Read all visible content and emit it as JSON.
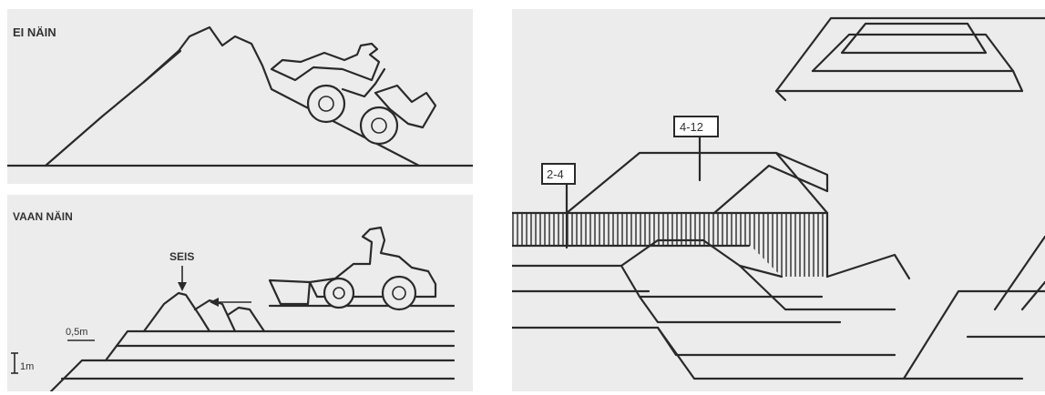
{
  "top_panel": {
    "title": "EI NÄIN"
  },
  "bottom_panel": {
    "title": "VAAN NÄIN",
    "stop_label": "SEIS",
    "spacing_label": "0,5m",
    "height_label": "1m"
  },
  "right_panel": {
    "label_left": "2-4",
    "label_right": "4-12"
  }
}
